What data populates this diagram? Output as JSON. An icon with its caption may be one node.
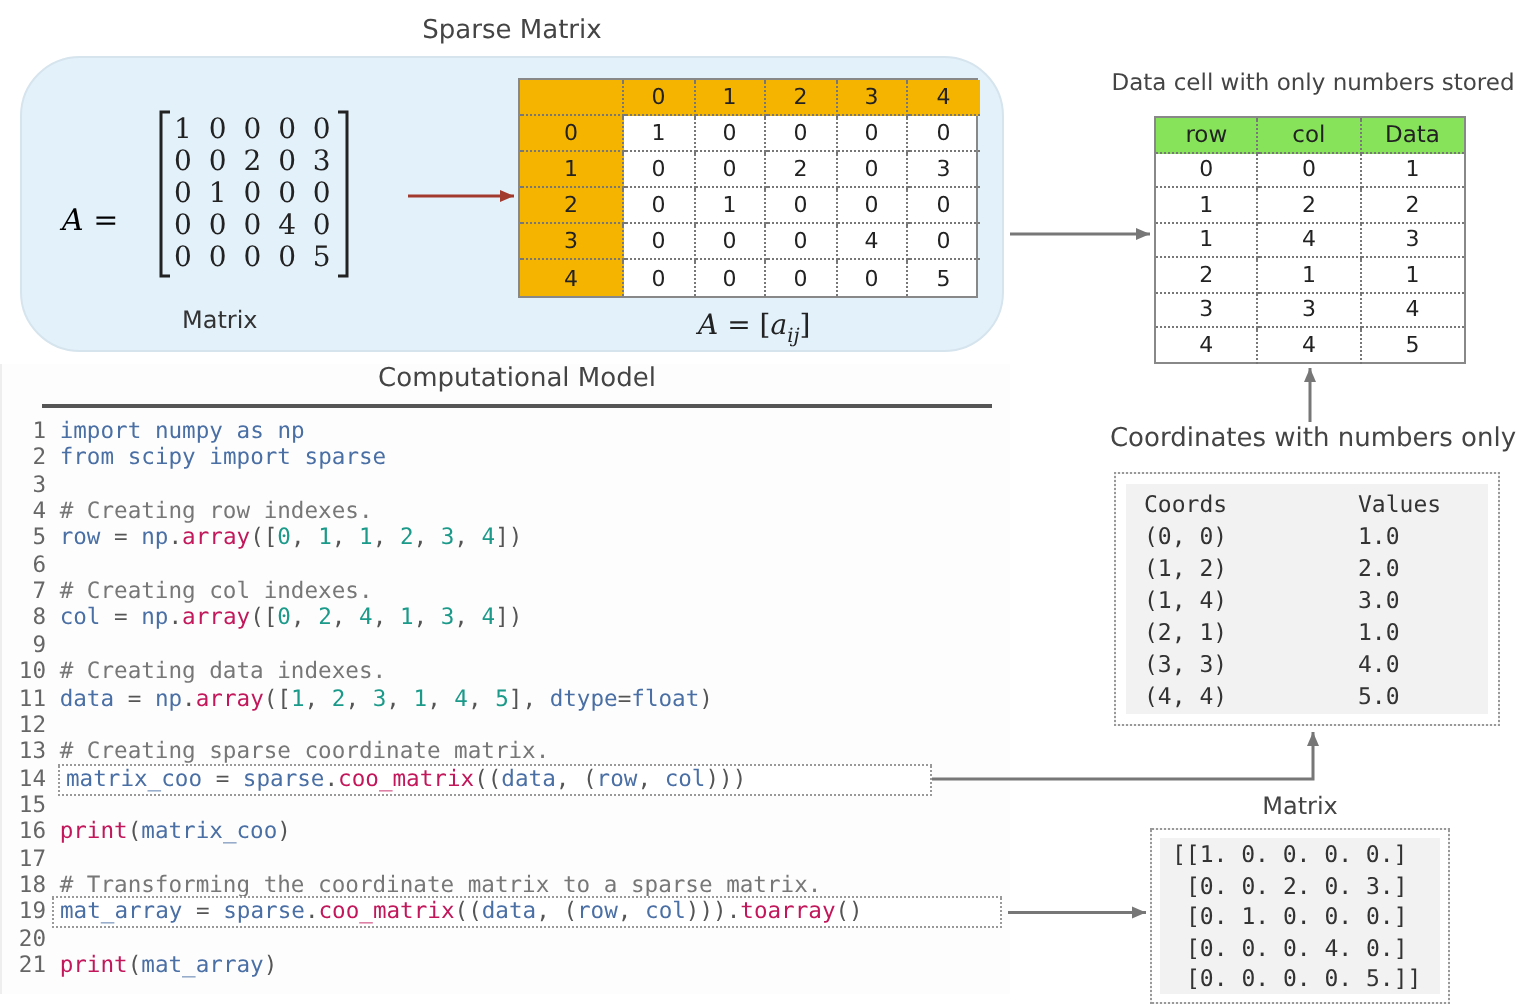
{
  "diagram": {
    "nodes": [
      {
        "text": [
          "Sparse Matrix"
        ]
      },
      {
        "text": [
          "A =",
          "1 0 0 0 0",
          "0 0 2 0 3",
          "0 1 0 0 0",
          "0 0 0 4 0",
          "0 0 0 0 5",
          "Matrix"
        ],
        "in": 0
      },
      {
        "text": [
          "0",
          "1",
          "2",
          "3",
          "4",
          "0",
          "1",
          "0",
          "0",
          "0",
          "0",
          "1",
          "0",
          "0",
          "2",
          "0",
          "3",
          "2",
          "0",
          "1",
          "0",
          "0",
          "0",
          "3",
          "0",
          "0",
          "0",
          "4",
          "0",
          "4",
          "0",
          "0",
          "0",
          "0",
          "5"
        ],
        "in": 0,
        "beside": [
          "*A* = [*a*$_{ij}$]"
        ]
      },
      {
        "text": [
          "Data cell with only numbers stored",
          "row",
          "col",
          "Data",
          "0",
          "0",
          "1",
          "1",
          "2",
          "2",
          "1",
          "4",
          "3",
          "2",
          "1",
          "1",
          "3",
          "3",
          "4",
          "4",
          "4",
          "5"
        ]
      },
      {
        "text": [
          "Coordinates with numbers only",
          "Coords",
          "Values",
          "(0, 0)",
          "1.0",
          "(1, 2)",
          "2.0",
          "(1, 4)",
          "3.0",
          "(2, 1)",
          "1.0",
          "(3, 3)",
          "4.0",
          "(4, 4)",
          "5.0"
        ]
      },
      {
        "text": [
          "Computational Model",
          "1 import numpy as np",
          "2 from scipy import sparse",
          "3",
          "4 # Creating row indexes.",
          "5 row = np.array([0, 1, 1, 2, 3, 4])",
          "6",
          "7 # Creating col indexes.",
          "8 col = np.array([0, 2, 4, 1, 3, 4])",
          "9",
          "10 # Creating data indexes.",
          "11 data = np.array([1, 2, 3, 1, 4, 5], dtype=float)",
          "12",
          "13 # Creating sparse coordinate matrix.",
          "14",
          "15",
          "16 print(matrix_coo)",
          "17",
          "18 # Transforming the coordinate matrix to a sparse matrix.",
          "19",
          "20",
          "21 print(mat_array)"
        ]
      },
      {
        "text": [
          "matrix_coo = sparse.coo_matrix((data, (row, col)))"
        ],
        "in": 5
      },
      {
        "text": [
          "mat_array = sparse.coo_matrix((data, (row, col))).toarray()"
        ],
        "in": 5
      },
      {
        "text": [
          "Matrix",
          "[[1. 0. 0. 0. 0.]",
          "[0. 0. 2. 0. 3.]",
          "[0. 1. 0. 0. 0.]",
          "[0. 0. 0. 4. 0.]",
          "[0. 0. 0. 0. 5.]]"
        ]
      }
    ],
    "edges": [
      {
        "from": 1,
        "to": 2,
        "arrow": "to",
        "color": "#a33a2e"
      },
      {
        "from": 0,
        "to": 3,
        "arrow": "to"
      },
      {
        "from": 6,
        "to": 4,
        "arrow": "to"
      },
      {
        "from": 4,
        "to": 3,
        "arrow": "to"
      },
      {
        "from": 7,
        "to": 8,
        "arrow": "to"
      }
    ]
  }
}
